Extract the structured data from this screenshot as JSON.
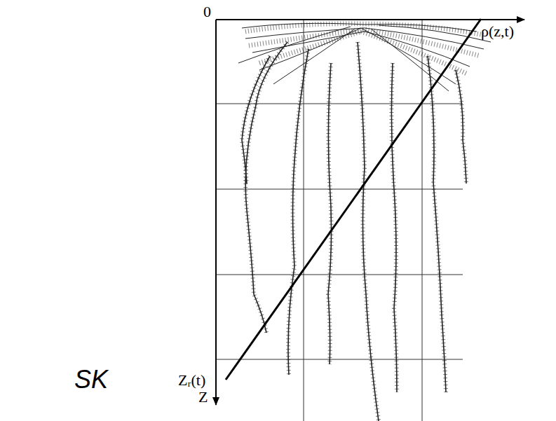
{
  "diagram": {
    "labels": [
      "0",
      "ρ(z,t)",
      "Zᵣ(t)",
      "Z",
      "SK"
    ]
  }
}
